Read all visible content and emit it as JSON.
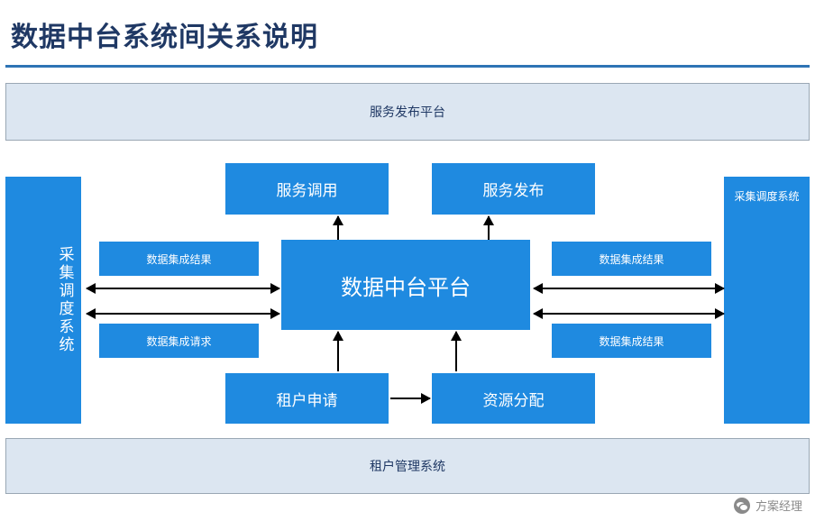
{
  "page": {
    "title": "数据中台系统间关系说明"
  },
  "diagram": {
    "top_band": "服务发布平台",
    "bottom_band": "租户管理系统",
    "left_column": "采集调度系统",
    "right_column": "采集调度系统",
    "service_call": "服务调用",
    "service_publish": "服务发布",
    "core_platform": "数据中台平台",
    "left_label_top": "数据集成结果",
    "left_label_bottom": "数据集成请求",
    "right_label_top": "数据集成结果",
    "right_label_bottom": "数据集成结果",
    "tenant_apply": "租户申请",
    "resource_allocate": "资源分配"
  },
  "watermark": {
    "text": "方案经理",
    "icon": "wechat-icon"
  },
  "colors": {
    "title": "#1f3864",
    "rule": "#2e74b5",
    "band": "#dce6f1",
    "blue": "#1f8ae0",
    "arrow": "#000000"
  }
}
